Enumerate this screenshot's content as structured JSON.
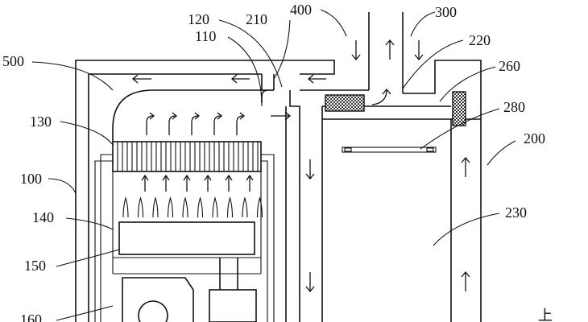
{
  "labels": {
    "l120": "120",
    "l210": "210",
    "l400": "400",
    "l300": "300",
    "l110": "110",
    "l220": "220",
    "l500": "500",
    "l260": "260",
    "l130": "130",
    "l280": "280",
    "l200": "200",
    "l100": "100",
    "l140": "140",
    "l230": "230",
    "l150": "150",
    "l160": "160",
    "orientation_char": "上"
  },
  "colors": {
    "stroke": "#111111",
    "hatch_fill": "#444444",
    "background": "#ffffff"
  }
}
